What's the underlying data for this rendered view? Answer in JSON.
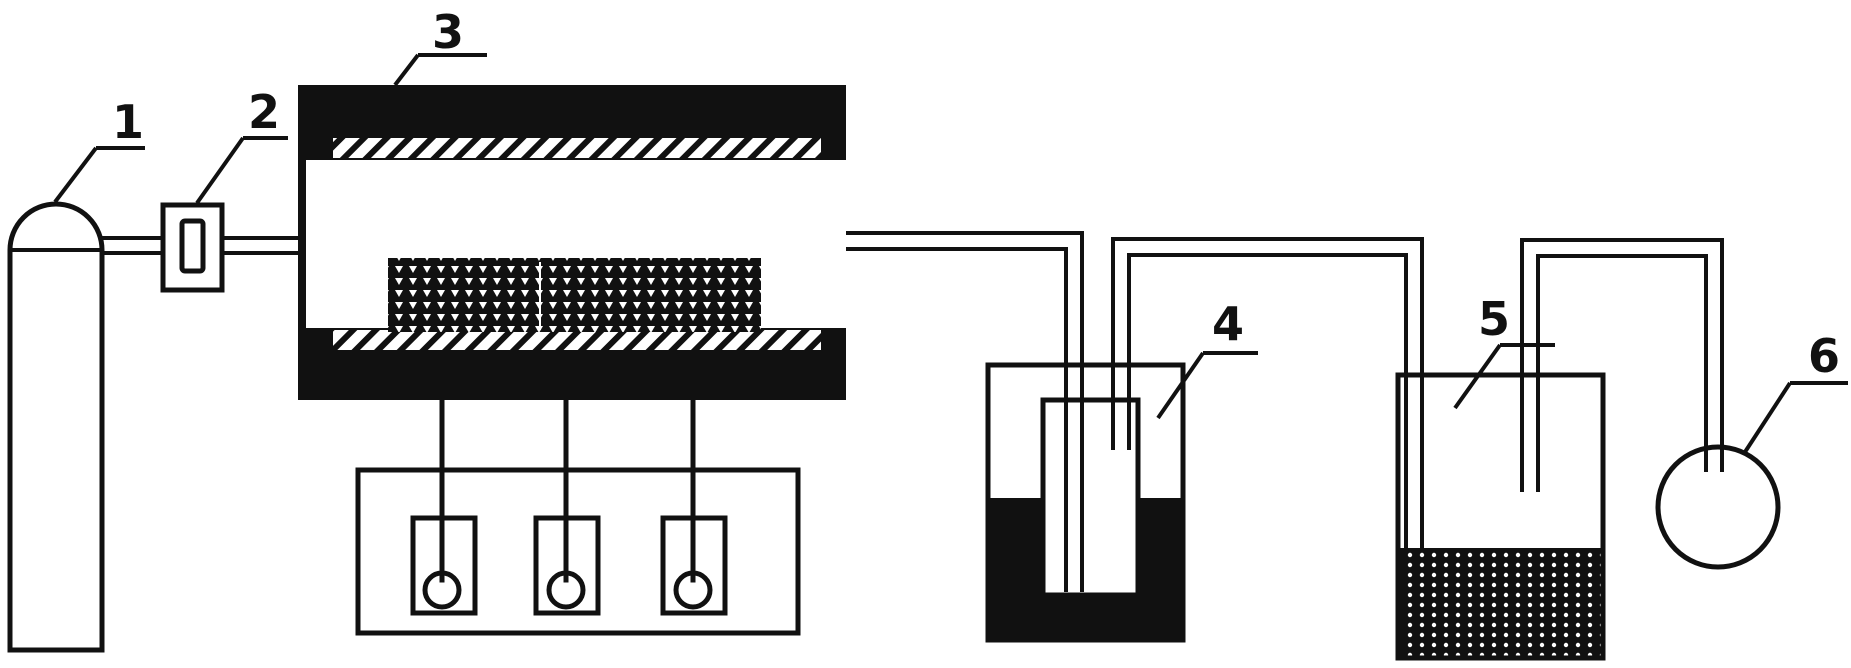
{
  "labels": {
    "gas_cylinder": "1",
    "flow_meter": "2",
    "tube_furnace": "3",
    "absorber_1": "4",
    "absorber_2": "5",
    "gas_bag": "6"
  },
  "colors": {
    "ink": "#111111",
    "paper": "#ffffff"
  }
}
